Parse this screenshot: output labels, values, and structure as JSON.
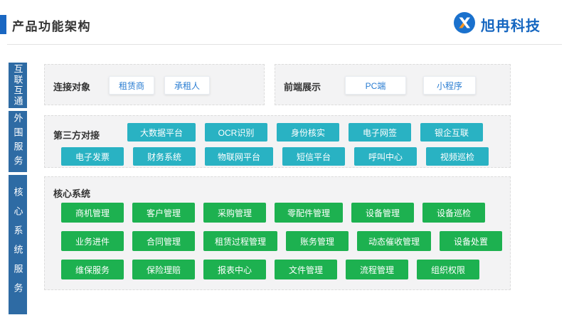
{
  "header": {
    "title": "产品功能架构",
    "logo": {
      "text": "旭冉科技"
    }
  },
  "sidebar": {
    "segments": [
      {
        "label": "互联互通"
      },
      {
        "label": "外围服务"
      },
      {
        "label": "核心系统服务"
      }
    ]
  },
  "panels": {
    "connect": {
      "title": "连接对象",
      "chips": [
        "租赁商",
        "承租人"
      ]
    },
    "frontend": {
      "title": "前端展示",
      "chips": [
        "PC端",
        "小程序"
      ]
    },
    "thirdparty": {
      "title": "第三方对接",
      "row1": [
        "大数据平台",
        "OCR识别",
        "身份核实",
        "电子网签",
        "银企互联"
      ],
      "row2": [
        "电子发票",
        "财务系统",
        "物联网平台",
        "短信平台",
        "呼叫中心",
        "视频巡检"
      ]
    },
    "core": {
      "title": "核心系统",
      "row1": [
        "商机管理",
        "客户管理",
        "采购管理",
        "零配件管理",
        "设备管理",
        "设备巡检"
      ],
      "row2": [
        "业务进件",
        "合同管理",
        "租赁过程管理",
        "账务管理",
        "动态催收管理",
        "设备处置"
      ],
      "row3": [
        "维保服务",
        "保险理赔",
        "报表中心",
        "文件管理",
        "流程管理",
        "组织权限"
      ]
    }
  },
  "colors": {
    "accent_blue": "#1a67c2",
    "logo_blue": "#1566c0",
    "logo_orange": "#f7941e",
    "sidebar_blue": "#2e6ba4",
    "teal_node": "#29b2c3",
    "green_node": "#1db150",
    "chip_text_blue": "#2a7dd2"
  }
}
